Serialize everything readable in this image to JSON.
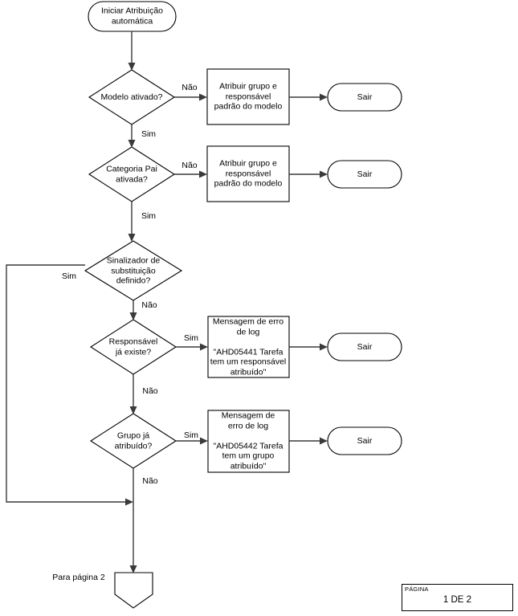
{
  "diagram": {
    "title": "Iniciar Atribuicao automatica flowchart",
    "stroke_color": "#000000",
    "connector_color": "#3a3a3a",
    "background_color": "#ffffff"
  },
  "nodes": {
    "start": {
      "label": "Iniciar Atribuição\nautomática",
      "shape": "terminator"
    },
    "d1": {
      "label": "Modelo ativado?",
      "shape": "decision"
    },
    "d2": {
      "label": "Categoria Pai\nativada?",
      "shape": "decision"
    },
    "d3": {
      "label": "Sinalizador de\nsubstituição\ndefinido?",
      "shape": "decision"
    },
    "d4": {
      "label": "Responsável\njá existe?",
      "shape": "decision"
    },
    "d5": {
      "label": "Grupo já\natribuído?",
      "shape": "decision"
    },
    "p1": {
      "label": "Atribuir grupo e\nresponsável\npadrão do modelo",
      "shape": "process"
    },
    "p2": {
      "label": "Atribuir grupo e\nresponsável\npadrão do modelo",
      "shape": "process"
    },
    "p3": {
      "label": "Mensagem de erro\nde log\n\n\"AHD05441 Tarefa\ntem um responsável\natribuído\"",
      "shape": "process"
    },
    "p4": {
      "label": "Mensagem de\nerro de log\n\n\"AHD05442 Tarefa\ntem um grupo\natribuído\"",
      "shape": "process"
    },
    "e1": {
      "label": "Sair",
      "shape": "terminator"
    },
    "e2": {
      "label": "Sair",
      "shape": "terminator"
    },
    "e3": {
      "label": "Sair",
      "shape": "terminator"
    },
    "e4": {
      "label": "Sair",
      "shape": "terminator"
    },
    "offpage": {
      "label": "",
      "shape": "off-page-connector"
    }
  },
  "edge_labels": {
    "d1_no": "Não",
    "d1_yes": "Sim",
    "d2_no": "Não",
    "d2_yes": "Sim",
    "d3_yes": "Sim",
    "d3_no": "Não",
    "d4_yes": "Sim",
    "d4_no": "Não",
    "d5_yes": "Sim",
    "d5_no": "Não",
    "offpage_caption": "Para página 2"
  },
  "footer": {
    "caption": "PÁGINA",
    "value": "1 DE 2"
  }
}
